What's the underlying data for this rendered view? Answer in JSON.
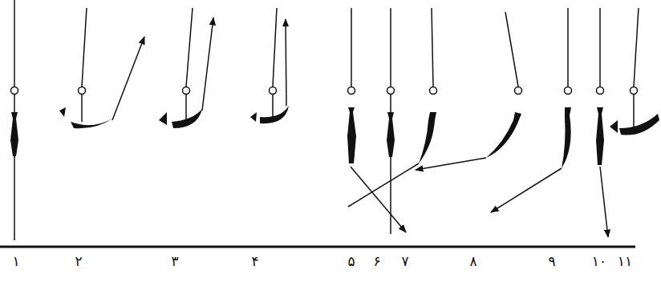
{
  "diagram": {
    "labels": [
      "۱",
      "۲",
      "۳",
      "۴",
      "۵",
      "۶",
      "۷",
      "۸",
      "۹",
      "۱۰",
      "۱۱"
    ]
  }
}
